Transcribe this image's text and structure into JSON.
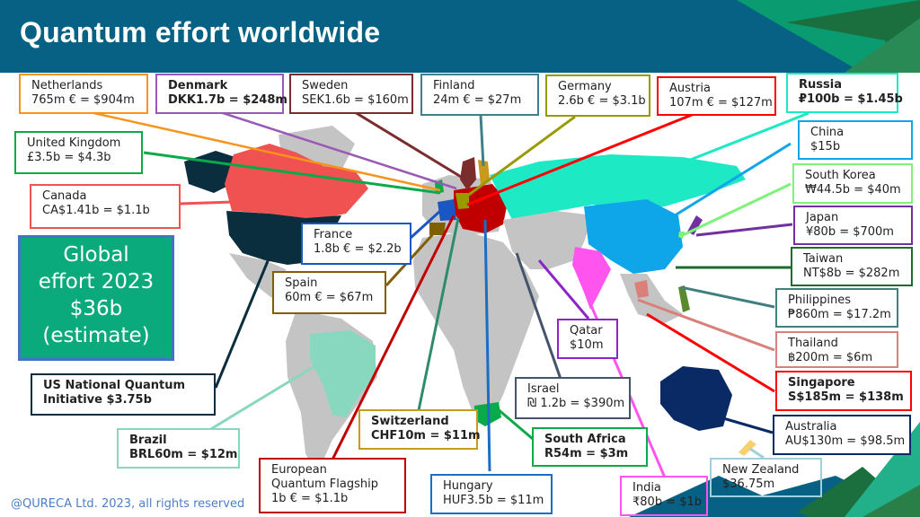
{
  "header": {
    "title": "Quantum effort worldwide"
  },
  "global_effort": {
    "line1": "Global",
    "line2": "effort 2023",
    "line3": "$36b",
    "line4": "(estimate)"
  },
  "footer": {
    "copyright": "@QURECA Ltd. 2023, all rights reserved"
  },
  "colors": {
    "header_bg": "#066184",
    "global_bg": "#0baa7c",
    "global_border": "#4472c4",
    "map_grey": "#c4c4c4"
  },
  "countries": [
    {
      "id": "netherlands",
      "name": "Netherlands",
      "value": "765m € = $904m",
      "color": "#f7941d"
    },
    {
      "id": "denmark",
      "name": "Denmark",
      "value": "DKK1.7b = $248m",
      "color": "#9b59b6"
    },
    {
      "id": "sweden",
      "name": "Sweden",
      "value": "SEK1.6b = $160m",
      "color": "#7b2c2c"
    },
    {
      "id": "finland",
      "name": "Finland",
      "value": "24m € = $27m",
      "color": "#3f7f8c"
    },
    {
      "id": "germany",
      "name": "Germany",
      "value": "2.6b € = $3.1b",
      "color": "#999900"
    },
    {
      "id": "austria",
      "name": "Austria",
      "value": "107m € = $127m",
      "color": "#ff0000"
    },
    {
      "id": "russia",
      "name": "Russia",
      "value": "₽100b = $1.45b",
      "color": "#1de9c4"
    },
    {
      "id": "china",
      "name": "China",
      "value": "$15b",
      "color": "#0ea5e9"
    },
    {
      "id": "south-korea",
      "name": "South Korea",
      "value": "₩44.5b = $40m",
      "color": "#7ef27a"
    },
    {
      "id": "japan",
      "name": "Japan",
      "value": "¥80b = $700m",
      "color": "#7030a0"
    },
    {
      "id": "taiwan",
      "name": "Taiwan",
      "value": "NT$8b = $282m",
      "color": "#1e6b2e"
    },
    {
      "id": "philippines",
      "name": "Philippines",
      "value": "₱860m = $17.2m",
      "color": "#3f7f7f"
    },
    {
      "id": "thailand",
      "name": "Thailand",
      "value": "฿200m = $6m",
      "color": "#d9807a"
    },
    {
      "id": "singapore",
      "name": "Singapore",
      "value": "S$185m = $138m",
      "color": "#ff0000"
    },
    {
      "id": "australia",
      "name": "Australia",
      "value": "AU$130m = $98.5m",
      "color": "#0a2a66"
    },
    {
      "id": "new-zealand",
      "name": "New Zealand",
      "value": "$36.75m",
      "color": "#9fd0dc"
    },
    {
      "id": "india",
      "name": "India",
      "value": "₹80b = $1b",
      "color": "#ff55ee"
    },
    {
      "id": "south-africa",
      "name": "South Africa",
      "value": "R54m = $3m",
      "color": "#0aaa4a"
    },
    {
      "id": "hungary",
      "name": "Hungary",
      "value": "HUF3.5b = $11m",
      "color": "#1a6fc4"
    },
    {
      "id": "israel",
      "name": "Israel",
      "value": "₪ 1.2b = $390m",
      "color": "#44546a"
    },
    {
      "id": "qatar",
      "name": "Qatar",
      "value": "$10m",
      "color": "#8e24c8"
    },
    {
      "id": "switzerland",
      "name": "Switzerland",
      "value": "CHF10m = $11m",
      "color": "#c79a1e"
    },
    {
      "id": "eu-flagship",
      "name": "European Quantum Flagship",
      "value": "1b € = $1.1b",
      "color": "#c00000"
    },
    {
      "id": "brazil",
      "name": "Brazil",
      "value": "BRL60m = $12m",
      "color": "#88d8c0"
    },
    {
      "id": "usa",
      "name": "US National Quantum Initiative",
      "value": "$3.75b",
      "color": "#0a2e3e"
    },
    {
      "id": "spain",
      "name": "Spain",
      "value": "60m € = $67m",
      "color": "#7f5f00"
    },
    {
      "id": "france",
      "name": "France",
      "value": "1.8b € = $2.2b",
      "color": "#1a56c4"
    },
    {
      "id": "canada",
      "name": "Canada",
      "value": "CA$1.41b = $1.1b",
      "color": "#f05252"
    },
    {
      "id": "united-kingdom",
      "name": "United Kingdom",
      "value": "£3.5b = $4.3b",
      "color": "#0aaa4a"
    }
  ],
  "labels": {
    "netherlands": {
      "name": "Netherlands",
      "value": "765m € = $904m"
    },
    "denmark": {
      "name": "Denmark",
      "value": "DKK1.7b = $248m"
    },
    "sweden": {
      "name": "Sweden",
      "value": "SEK1.6b = $160m"
    },
    "finland": {
      "name": "Finland",
      "value": "24m € = $27m"
    },
    "germany": {
      "name": "Germany",
      "value": "2.6b € = $3.1b"
    },
    "austria": {
      "name": "Austria",
      "value": "107m € = $127m"
    },
    "russia": {
      "name": "Russia",
      "value": "₽100b = $1.45b"
    },
    "china": {
      "name": "China",
      "value": "$15b"
    },
    "south_korea": {
      "name": "South Korea",
      "value": "₩44.5b = $40m"
    },
    "japan": {
      "name": "Japan",
      "value": "¥80b = $700m"
    },
    "taiwan": {
      "name": "Taiwan",
      "value": "NT$8b = $282m"
    },
    "philippines": {
      "name": "Philippines",
      "value": "₱860m = $17.2m"
    },
    "thailand": {
      "name": "Thailand",
      "value": "฿200m = $6m"
    },
    "singapore": {
      "name": "Singapore",
      "value": "S$185m = $138m"
    },
    "australia": {
      "name": "Australia",
      "value": "AU$130m = $98.5m"
    },
    "new_zealand": {
      "name": "New Zealand",
      "value": "$36.75m"
    },
    "india": {
      "name": "India",
      "value": "₹80b = $1b"
    },
    "south_africa": {
      "name": "South Africa",
      "value": "R54m = $3m"
    },
    "hungary": {
      "name": "Hungary",
      "value": "HUF3.5b = $11m"
    },
    "israel": {
      "name": "Israel",
      "value": "₪ 1.2b = $390m"
    },
    "qatar": {
      "name": "Qatar",
      "value": "$10m"
    },
    "switzerland": {
      "name": "Switzerland",
      "value": "CHF10m = $11m"
    },
    "eu_flagship": {
      "name1": "European",
      "name2": "Quantum Flagship",
      "value": "1b € = $1.1b"
    },
    "brazil": {
      "name": "Brazil",
      "value": "BRL60m = $12m"
    },
    "usa": {
      "name1": "US National Quantum",
      "name2": "Initiative $3.75b"
    },
    "spain": {
      "name": "Spain",
      "value": "60m € = $67m"
    },
    "france": {
      "name": "France",
      "value": "1.8b € = $2.2b"
    },
    "canada": {
      "name": "Canada",
      "value": "CA$1.41b = $1.1b"
    },
    "united_kingdom": {
      "name": "United Kingdom",
      "value": "£3.5b = $4.3b"
    }
  }
}
